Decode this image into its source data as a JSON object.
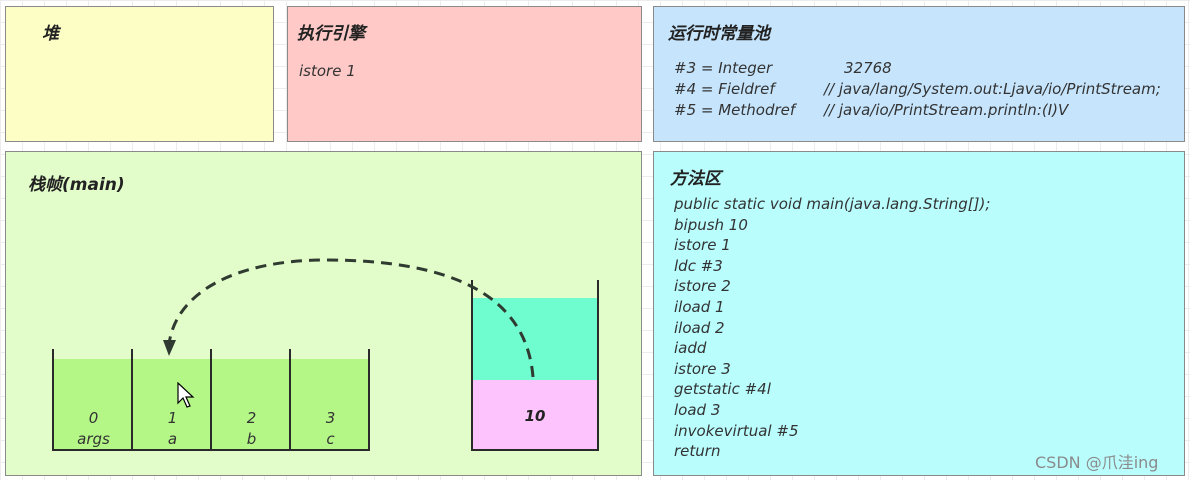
{
  "heap": {
    "title": "堆"
  },
  "engine": {
    "title": "执行引擎",
    "instruction": "istore 1"
  },
  "constant_pool": {
    "title": "运行时常量池",
    "entries": [
      {
        "key": "#3 = Integer",
        "value": "32768"
      },
      {
        "key": "#4 = Fieldref",
        "value": "// java/lang/System.out:Ljava/io/PrintStream;"
      },
      {
        "key": "#5 = Methodref",
        "value": "// java/io/PrintStream.println:(I)V"
      }
    ]
  },
  "stack_frame": {
    "title": "栈帧(main)",
    "local_variables": [
      {
        "index": "0",
        "name": "args"
      },
      {
        "index": "1",
        "name": "a"
      },
      {
        "index": "2",
        "name": "b"
      },
      {
        "index": "3",
        "name": "c"
      }
    ],
    "operand_stack": {
      "value": "10"
    }
  },
  "method_area": {
    "title": "方法区",
    "instructions": [
      "public static void main(java.lang.String[]);",
      "bipush 10",
      "istore 1",
      "ldc #3",
      "istore 2",
      "iload 1",
      "iload 2",
      "iadd",
      "istore 3",
      "getstatic #4l",
      "load 3",
      "invokevirtual #5",
      "return"
    ]
  },
  "watermark": "CSDN @爪洼ing",
  "colors": {
    "heap": "#fdfdc6",
    "engine": "#fec9c6",
    "constant_pool": "#c6e5fd",
    "stack_frame": "#e3fdca",
    "method_area": "#b9fdfd",
    "local_slot": "#b4f787",
    "operand_top": "#6ffccf",
    "operand_value": "#fcc3fc"
  }
}
